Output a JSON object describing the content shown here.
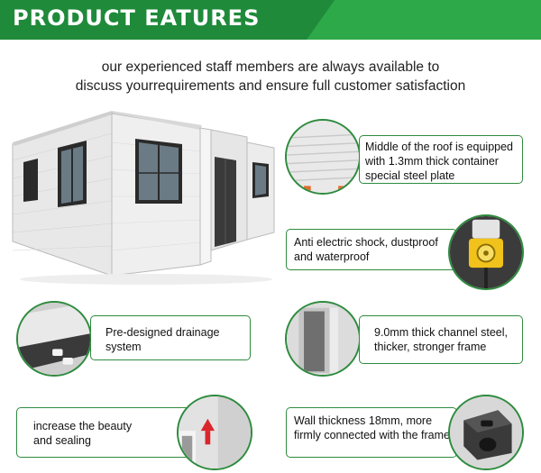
{
  "header": {
    "title": "PRODUCT EATURES",
    "subtitle_lines": [
      "our experienced staff members are always available to",
      "discuss yourrequirements and ensure full customer satisfaction"
    ]
  },
  "features": {
    "roof": "Middle of the roof is equipped with 1.3mm thick container special steel plate",
    "electric": "Anti electric shock, dustproof and waterproof",
    "drainage": "Pre-designed drainage system",
    "frame": "9.0mm thick channel steel, thicker, stronger frame",
    "sealing": "increase the beauty and sealing",
    "wall": "Wall thickness 18mm, more firmly connected with the frame"
  },
  "colors": {
    "brand_green": "#1f8a3a",
    "accent_green": "#2da94a",
    "border_green": "#2e8b3e"
  }
}
